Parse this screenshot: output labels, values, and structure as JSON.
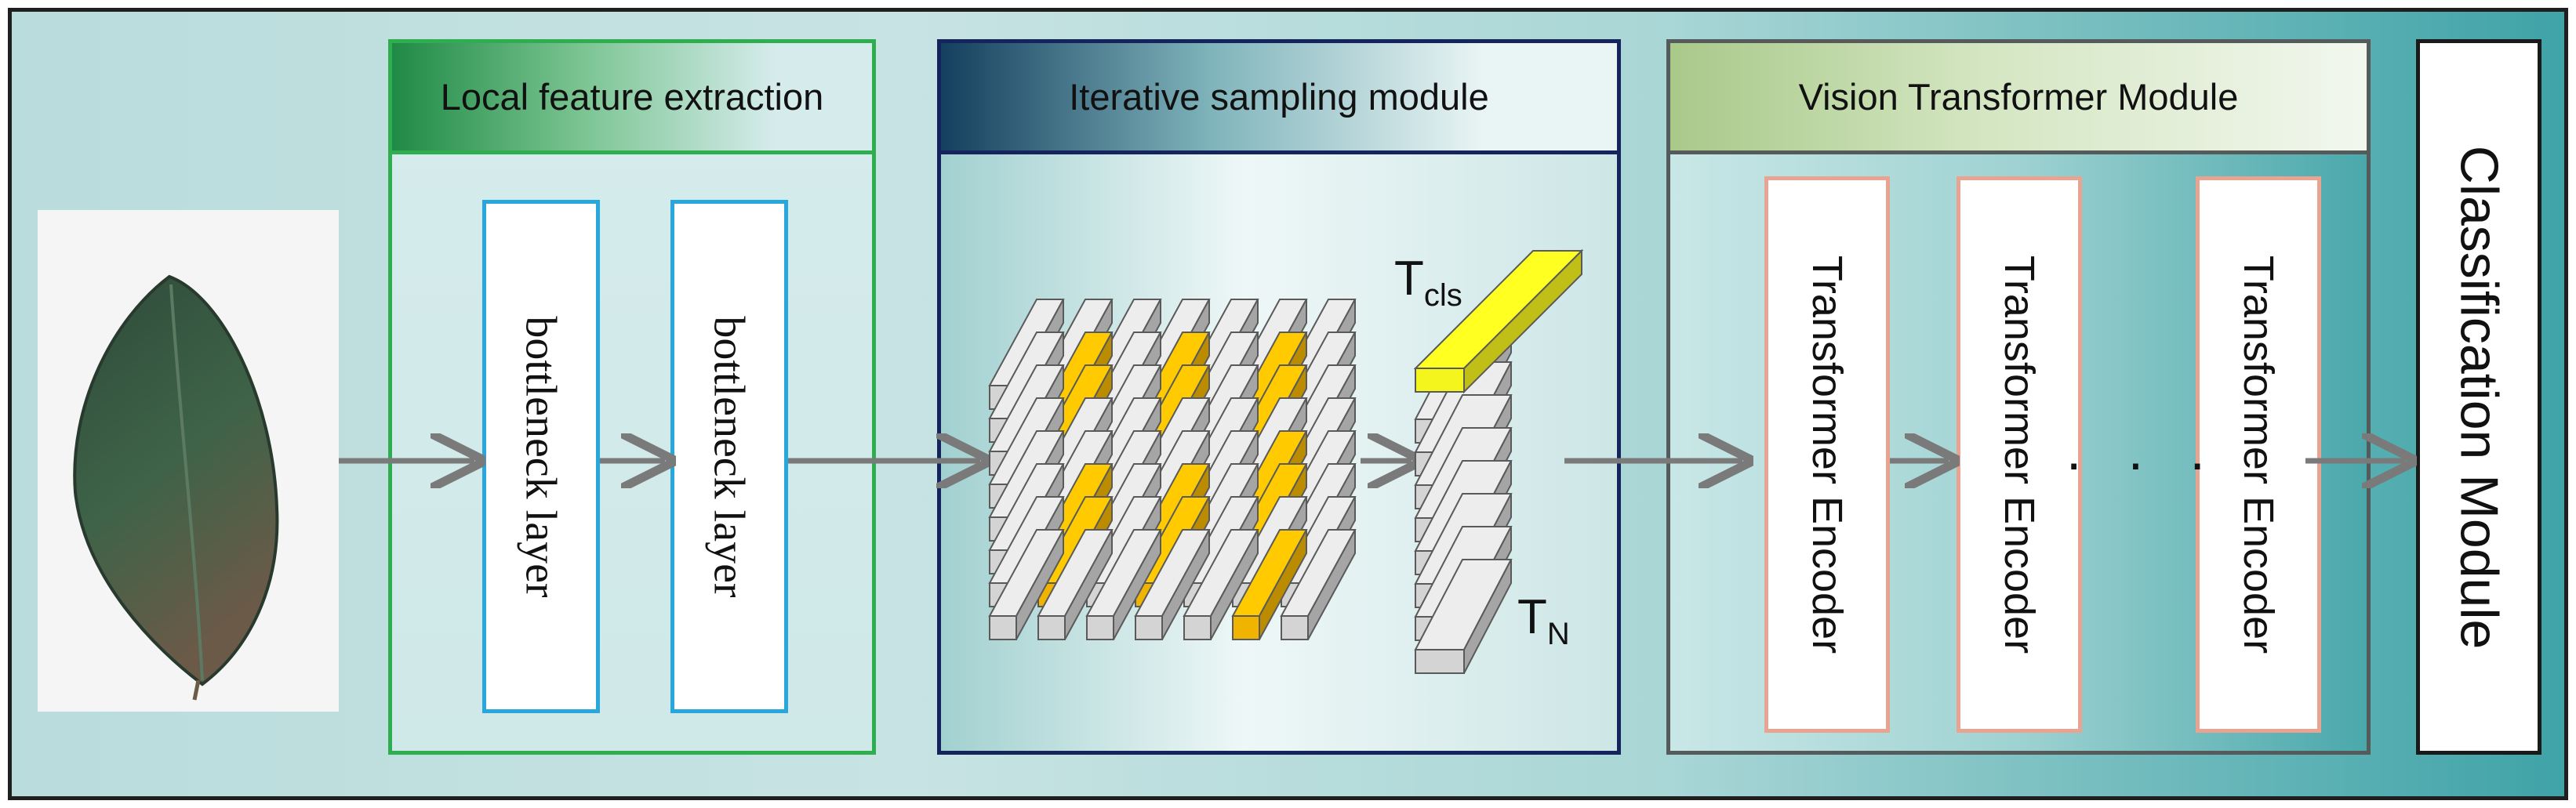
{
  "panels": {
    "local": {
      "title": "Local feature extraction",
      "layers": [
        "bottleneck layer",
        "bottleneck layer"
      ]
    },
    "sampling": {
      "title": "Iterative sampling module",
      "cls_token": "T",
      "cls_sub": "cls",
      "n_token": "T",
      "n_sub": "N"
    },
    "vit": {
      "title": "Vision Transformer Module",
      "encoders": [
        "Transformer Encoder",
        "Transformer Encoder",
        "Transformer Encoder"
      ],
      "ellipsis": "· · ·"
    },
    "classification": {
      "label": "Classification Module"
    }
  },
  "colors": {
    "arrow": "#7a7a7a",
    "token": "#d4d4d4",
    "highlight": "#f0b400",
    "cls": "#f5f51e"
  }
}
